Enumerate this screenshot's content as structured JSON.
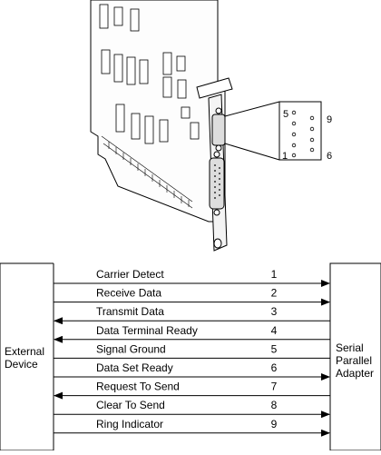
{
  "connector": {
    "pins_top": [
      "5",
      "9"
    ],
    "pins_bottom": [
      "1",
      "6"
    ]
  },
  "wiring": {
    "left_box": [
      "External",
      "Device"
    ],
    "right_box": [
      "Serial",
      "Parallel",
      "Adapter"
    ],
    "signals": [
      {
        "label": "Carrier Detect",
        "pin": "1",
        "direction": "to-adapter"
      },
      {
        "label": "Receive Data",
        "pin": "2",
        "direction": "to-adapter"
      },
      {
        "label": "Transmit Data",
        "pin": "3",
        "direction": "to-device"
      },
      {
        "label": "Data Terminal Ready",
        "pin": "4",
        "direction": "to-device"
      },
      {
        "label": "Signal Ground",
        "pin": "5",
        "direction": "none"
      },
      {
        "label": "Data Set Ready",
        "pin": "6",
        "direction": "to-adapter"
      },
      {
        "label": "Request To Send",
        "pin": "7",
        "direction": "to-device"
      },
      {
        "label": "Clear To Send",
        "pin": "8",
        "direction": "to-adapter"
      },
      {
        "label": "Ring Indicator",
        "pin": "9",
        "direction": "to-adapter"
      }
    ]
  }
}
